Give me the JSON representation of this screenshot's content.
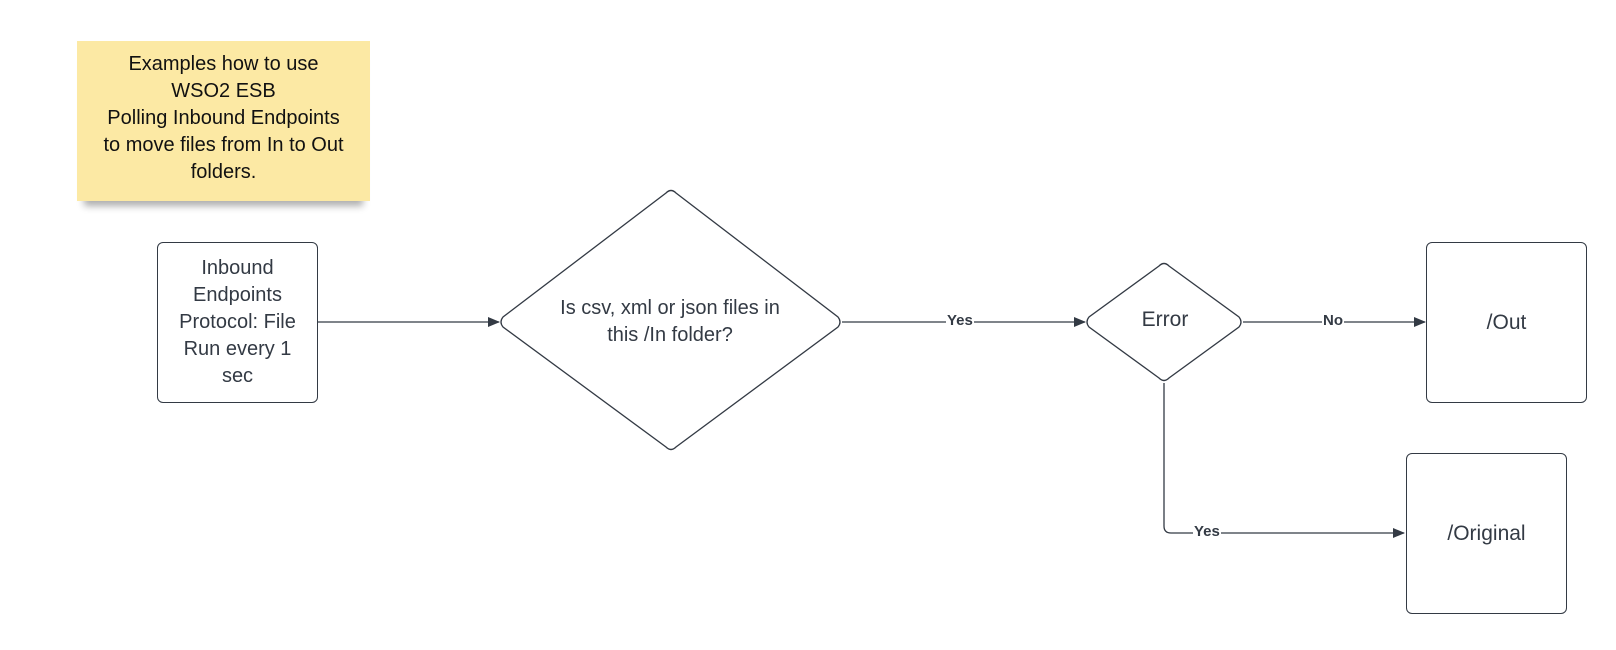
{
  "note": {
    "text": "Examples how to use\nWSO2 ESB\nPolling Inbound Endpoints\nto move files from In to Out\nfolders."
  },
  "nodes": {
    "inbound": "Inbound\nEndpoints\nProtocol: File\nRun every 1\nsec",
    "decision_files": "Is csv, xml or json files in\nthis /In folder?",
    "decision_error": "Error",
    "out": "/Out",
    "original": "/Original"
  },
  "edges": {
    "files_to_error": "Yes",
    "error_to_out": "No",
    "error_to_original": "Yes"
  },
  "colors": {
    "stroke": "#333a44",
    "note_fill": "#fce9a4"
  }
}
